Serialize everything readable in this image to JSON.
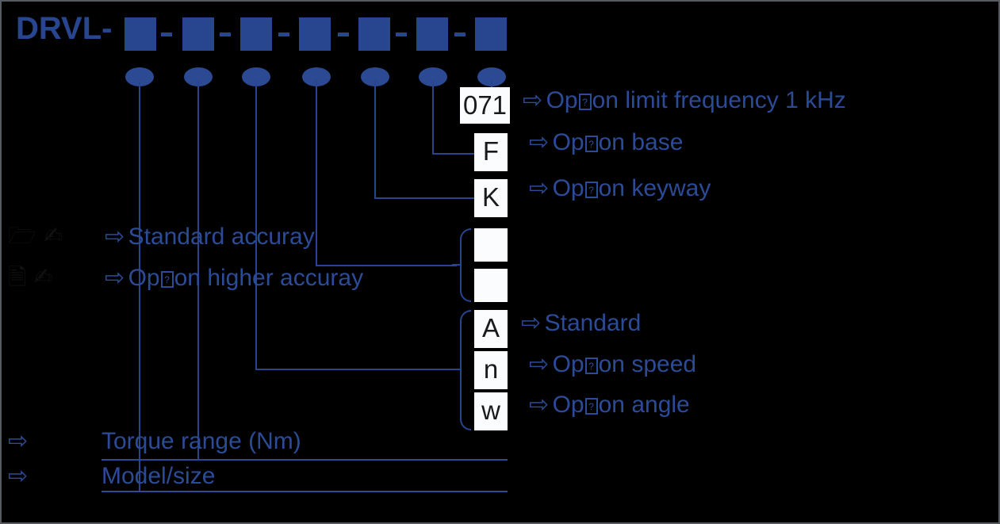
{
  "diagram": {
    "title_prefix": "DRVL-",
    "segment_count": 7,
    "accent_color": "#27468f",
    "background_color": "#000000",
    "box_fill": "#fbfcfe",
    "arrow_glyph": "⇨"
  },
  "value_boxes": [
    {
      "id": "limit-frequency",
      "value": "071"
    },
    {
      "id": "base",
      "value": "F"
    },
    {
      "id": "keyway",
      "value": "K"
    },
    {
      "id": "accuracy-standard",
      "value": ""
    },
    {
      "id": "accuracy-higher",
      "value": ""
    },
    {
      "id": "output-standard",
      "value": "A"
    },
    {
      "id": "output-speed",
      "value": "n"
    },
    {
      "id": "output-angle",
      "value": "w"
    }
  ],
  "legend": {
    "limit_frequency": {
      "pre": "Op",
      "post": "on limit frequency 1 kHz"
    },
    "base": {
      "pre": "Op",
      "post": "on base"
    },
    "keyway": {
      "pre": "Op",
      "post": "on keyway"
    },
    "standard_accuracy": {
      "pre": "Standard accuray",
      "post": ""
    },
    "higher_accuracy": {
      "pre": "Op",
      "post": "on higher accuray"
    },
    "output_standard": {
      "pre": "Standard",
      "post": ""
    },
    "output_speed": {
      "pre": "Op",
      "post": "on speed"
    },
    "output_angle": {
      "pre": "Op",
      "post": "on angle"
    }
  },
  "icons": {
    "folder_mailbox": "🗁 ✍",
    "document_mailbox": "🗎 ✍"
  },
  "footer": [
    {
      "id": "torque-range",
      "label": "Torque range (Nm)"
    },
    {
      "id": "model-size",
      "label": "Model/size"
    }
  ]
}
